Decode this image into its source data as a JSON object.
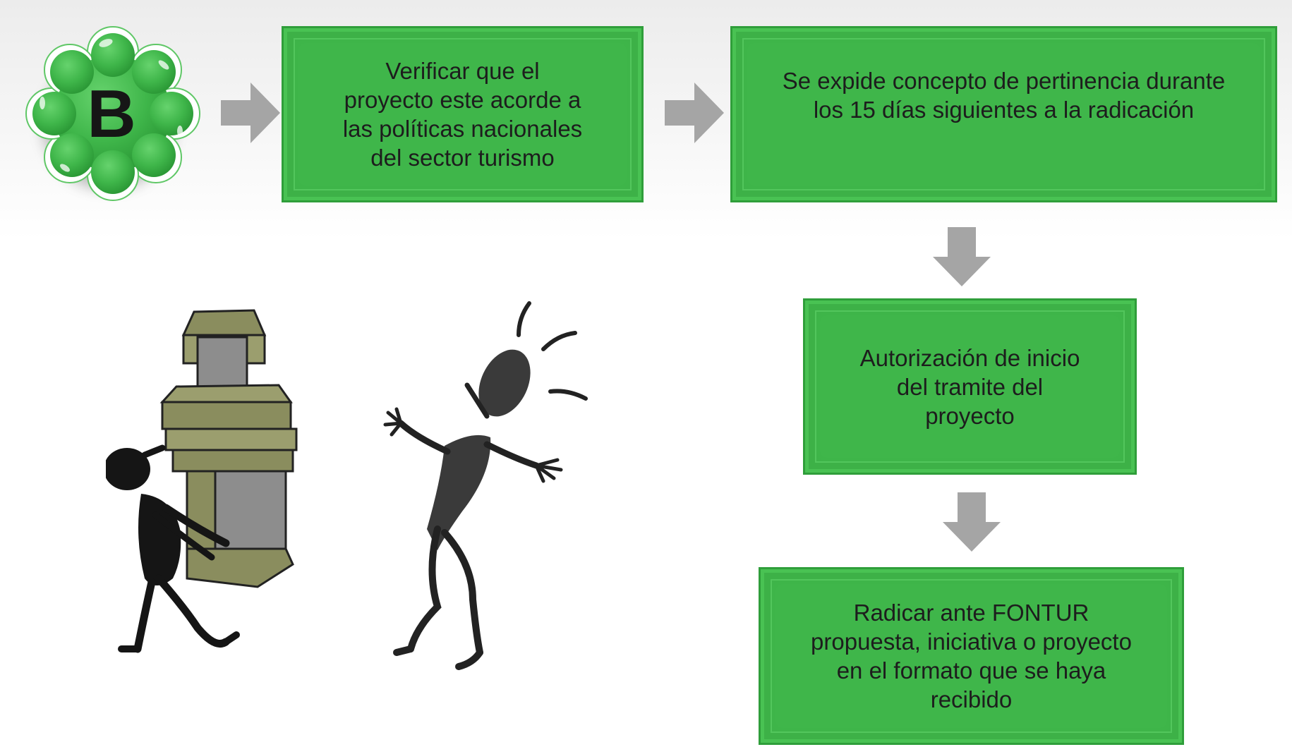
{
  "badge": {
    "letter": "B",
    "color": "#3fb64a"
  },
  "colors": {
    "box_fill": "#3fb64a",
    "box_border": "#2f9e3a",
    "arrow": "#a5a5a5",
    "text": "#1d1d1d"
  },
  "steps": [
    {
      "text": "Verificar que el\nproyecto este acorde a\nlas políticas nacionales\ndel sector turismo"
    },
    {
      "text": "Se expide concepto de pertinencia  durante\nlos 15 días siguientes a la radicación"
    },
    {
      "text": "Autorización de inicio\ndel tramite del\nproyecto"
    },
    {
      "text": "Radicar ante FONTUR\npropuesta, iniciativa o proyecto\nen el formato que se haya\nrecibido"
    }
  ],
  "arrows": [
    {
      "direction": "right"
    },
    {
      "direction": "right"
    },
    {
      "direction": "down"
    },
    {
      "direction": "down"
    }
  ],
  "illustration": "stick figure carrying stacked boxes toward a surprised stick figure"
}
